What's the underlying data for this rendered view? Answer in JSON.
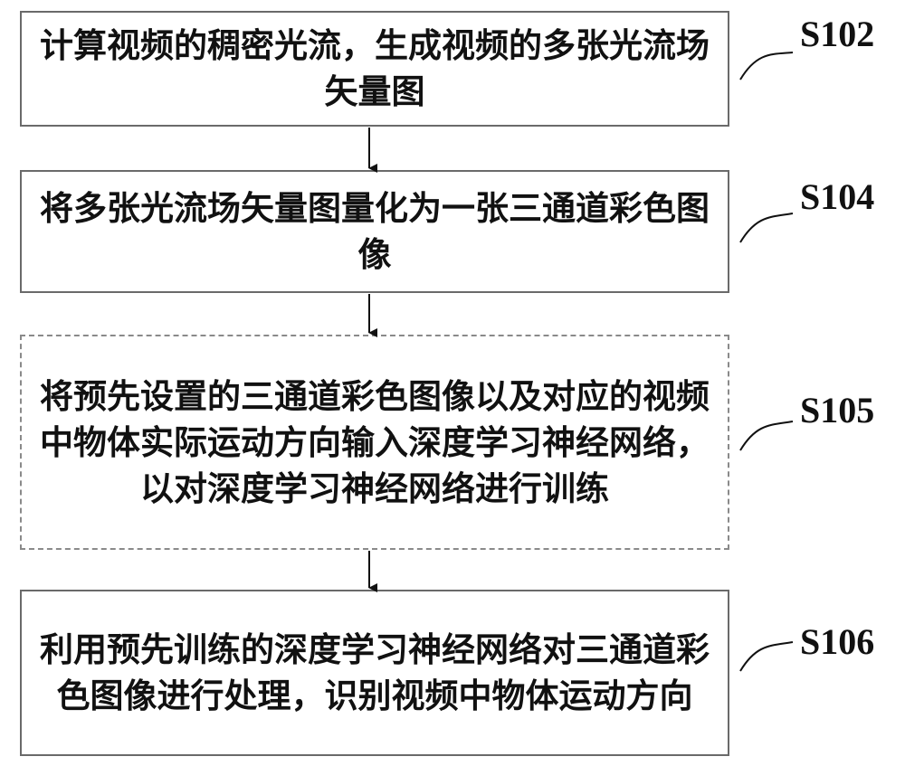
{
  "steps": [
    {
      "id": "S102",
      "text": "计算视频的稠密光流，生成视频的多张光流场矢量图",
      "border": "solid"
    },
    {
      "id": "S104",
      "text": "将多张光流场矢量图量化为一张三通道彩色图像",
      "border": "solid"
    },
    {
      "id": "S105",
      "text": "将预先设置的三通道彩色图像以及对应的视频中物体实际运动方向输入深度学习神经网络，以对深度学习神经网络进行训练",
      "border": "dashed"
    },
    {
      "id": "S106",
      "text": "利用预先训练的深度学习神经网络对三通道彩色图像进行处理，识别视频中物体运动方向",
      "border": "solid"
    }
  ],
  "colors": {
    "border": "#6a6a6a",
    "dashed_border": "#8a8a8a",
    "text": "#111111",
    "arrow": "#111111"
  }
}
